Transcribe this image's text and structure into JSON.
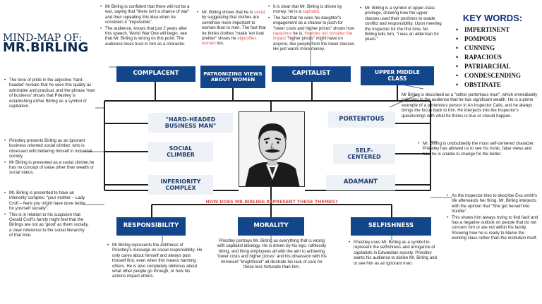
{
  "title": {
    "line1": "MIND-MAP OF:",
    "line2": "MR.BIRLING"
  },
  "question": "HOW DOES MR.BIRLING REPRESENT THESE THEMES?",
  "key_words": {
    "title": "KEY WORDS:",
    "items": [
      "IMPERTINENT",
      "POMPOUS",
      "CUNNING",
      "RAPACIOUS",
      "PATRIARCHAL",
      "CONDESCENDING",
      "OBSTINATE"
    ]
  },
  "boxes": {
    "complacent": "COMPLACENT",
    "patronizing": "PATRONIZING VIEWS ABOUT WOMEN",
    "capitalist": "CAPITALIST",
    "upper_middle": "UPPER MIDDLE CLASS",
    "hard_headed": "\"HARD-HEADED BUSINESS MAN\"",
    "social_climber": "SOCIAL CLIMBER",
    "inferiority": "INFERIORITY COMPLEX",
    "portentous": "PORTENTOUS",
    "self_centered": "SELF-CENTERED",
    "adamant": "ADAMANT",
    "responsibility": "RESPONSIBILITY",
    "morality": "MORALITY",
    "selfishness": "SELFISHNESS"
  },
  "notes": {
    "complacent": [
      "Mr Birling is confident that there will not be a war, saying that \"there isn't a chance of war\" and then repeating this idea when he considers it \"impossible\".",
      "The audience, knows that just 2 years after this speech, World War One will begin, see that Mr. Birling is wrong on this point. The audience loses trust in him as a character."
    ],
    "patronizing": {
      "a": "Mr. Birling shows that he is ",
      "b": "sexist",
      "c": " by suggesting that clothes are somehow more important to women than to men. The fact that he thinks clothes \"make 'em look prettier\" shows he ",
      "d": "objectifies women",
      "e": " too."
    },
    "capitalist": {
      "p1a": "It is clear that Mr. Birling is driven by money; he is a ",
      "p1b": "capitalist",
      "p1c": ".",
      "p2a": "The fact that he sees his daughter's engagement as a chance to push for \"lower costs and higher prices\" shows how ",
      "p2b": "rapacious",
      "p2c": " he is. ",
      "p2d": "He does not consider the impact",
      "p2e": " \"higher prices\" might have on anyone, like people from the lower classes. He just wants more money."
    },
    "upper_middle": "Mr. Birling is a symbol of upper-class privilege, showing how the upper classes used their positions to evade conflict and responsibility. Upon meeting the Inspector for the first time, Mr. Birling tells him, \"I was an alderman for years.\"",
    "hard_headed": "The tone of pride in the adjective 'hard-headed' reveals that he sees this quality as admirable and practical, and the phrase 'man of business' shows that Priestley is establishing Arthur Birling as a symbol of capitalism.",
    "social_climber": [
      "Priestley presents Birling as an ignorant business oriented social climber, who is obsessed with bettering himself in industrial society.",
      "Mr Birling is presented as a social climber,he has no concept of value other than wealth or social status."
    ],
    "inferiority": [
      "Mr. Birling is presented to have an inferiority complex: \"your mother – Lady Croft – feels you might have done better for yourself socially\".",
      "This is in relation to his suspicion that Gerald Croft's family might feel that the Birlings are not as 'good' as them socially, a clear reference to the social hierarchy of that time."
    ],
    "portentous": "Mr Birling is described as a \"rather portentous man\", which immediately indicates to the audience that he has significant wealth. He is a prime example of a portentous person in An Inspector Calls, and he always brings the focus back to him. He interjects into the Inspector's questionings with what he thinks is true or should happen.",
    "self_centered": "Mr. Birling is undoubtedly the most self-centered character. Priestley has allowed us to see his ironic, false views and how he is unable to change for the better.",
    "adamant": [
      "As the inspector tries to describe Eva smith's life afterwards her firing, Mr. Birling interjects with the opinion that \"She got herself into trouble\".",
      "This shows him always trying to find fault and has a negative outlook on people that do not concern him or are not within his family. Showing how he is ready to blame the working class rather than the institution itself."
    ],
    "responsibility": "Mr Birling represents the antithesis of Priestley's message on social responsibility. He only cares about himself and always puts himself first, even when this means harming others. He is also completely oblivious about what other people go through, or how his actions impact others.",
    "morality": "Priestley portrays Mr. Birling as everything that is wrong with capitalist ideology. He is driven by his ego, ruthlessly hiring, and firing employees all with the aim to achieving \"lower costs and higher prices\" and his obsession with his imminent \"knighthood\" all illustrate his lack of care for those less fortunate than him.",
    "selfishness": "Priestley uses Mr. Birling as a symbol to represent the selfishness and arrogance of capitalists in Edwardian society. Priestley wants his audience to dislike Mr. Birling and to see him as an ignorant man."
  },
  "colors": {
    "accent": "#12458a",
    "highlight": "#d9534f",
    "title": "#0d2a4d"
  },
  "portrait": "portrait-illustration"
}
